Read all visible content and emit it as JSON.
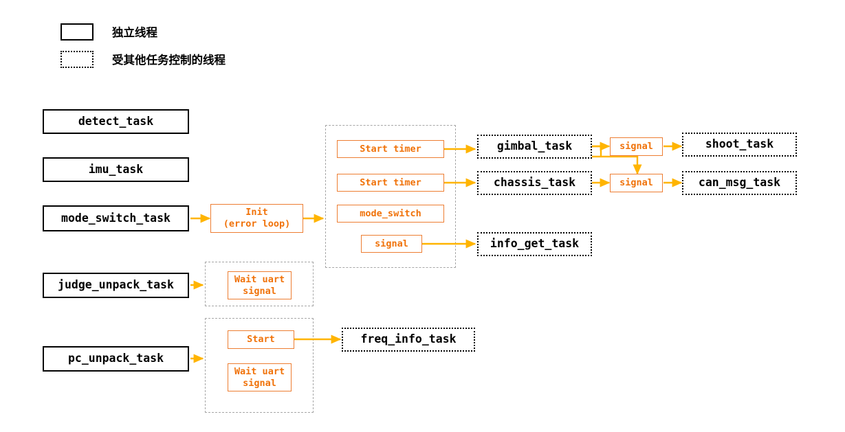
{
  "legend": {
    "items": [
      {
        "label": "独立线程",
        "style": "solid"
      },
      {
        "label": "受其他任务控制的线程",
        "style": "dotted"
      }
    ]
  },
  "colors": {
    "task_border": "#000000",
    "action_border": "#ED7D31",
    "action_text": "#F07209",
    "arrow": "#FFB400",
    "group_border": "#A6A6A6",
    "background": "#FFFFFF"
  },
  "nodes": {
    "detect_task": "detect_task",
    "imu_task": "imu_task",
    "mode_switch_task": "mode_switch_task",
    "judge_unpack_task": "judge_unpack_task",
    "pc_unpack_task": "pc_unpack_task",
    "init": "Init\n(error loop)",
    "start_timer_1": "Start timer",
    "start_timer_2": "Start timer",
    "mode_switch": "mode_switch",
    "signal_group": "signal",
    "gimbal_task": "gimbal_task",
    "chassis_task": "chassis_task",
    "info_get_task": "info_get_task",
    "signal_shoot": "signal",
    "signal_can": "signal",
    "shoot_task": "shoot_task",
    "can_msg_task": "can_msg_task",
    "wait_uart_signal_judge": "Wait uart\nsignal",
    "start_pc": "Start",
    "wait_uart_signal_pc": "Wait uart\nsignal",
    "freq_info_task": "freq_info_task"
  }
}
